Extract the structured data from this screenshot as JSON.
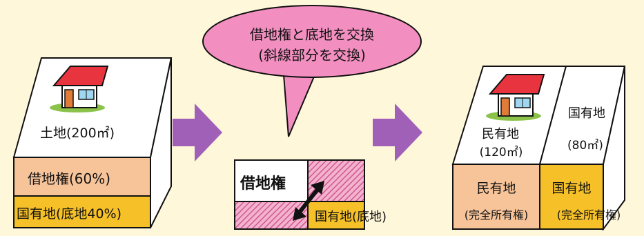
{
  "left_block": {
    "land_label": "土地(200㎡)",
    "leasehold_label": "借地権(60%)",
    "state_land_label": "国有地(底地40%)"
  },
  "speech_bubble": {
    "line1": "借地権と底地を交換",
    "line2": "(斜線部分を交換)"
  },
  "middle_exchange": {
    "leasehold_label": "借地権",
    "bottom_land_label": "国有地(底地)"
  },
  "right_block": {
    "private_top": "民有地",
    "private_area": "(120㎡)",
    "state_top": "国有地",
    "state_area": "(80㎡)",
    "private_front": "民有地",
    "private_front_sub": "(完全所有権)",
    "state_front": "国有地",
    "state_front_sub": "(完全所有権)"
  },
  "colors": {
    "background": "#fff7da",
    "leasehold_fill": "#f7c49a",
    "state_land_fill": "#f6c028",
    "bubble_fill": "#f28fc0",
    "arrow_fill": "#a060b8",
    "hatch_fill": "#cf5a8c"
  },
  "icons": [
    "house-icon",
    "right-arrow-icon",
    "double-arrow-icon"
  ]
}
